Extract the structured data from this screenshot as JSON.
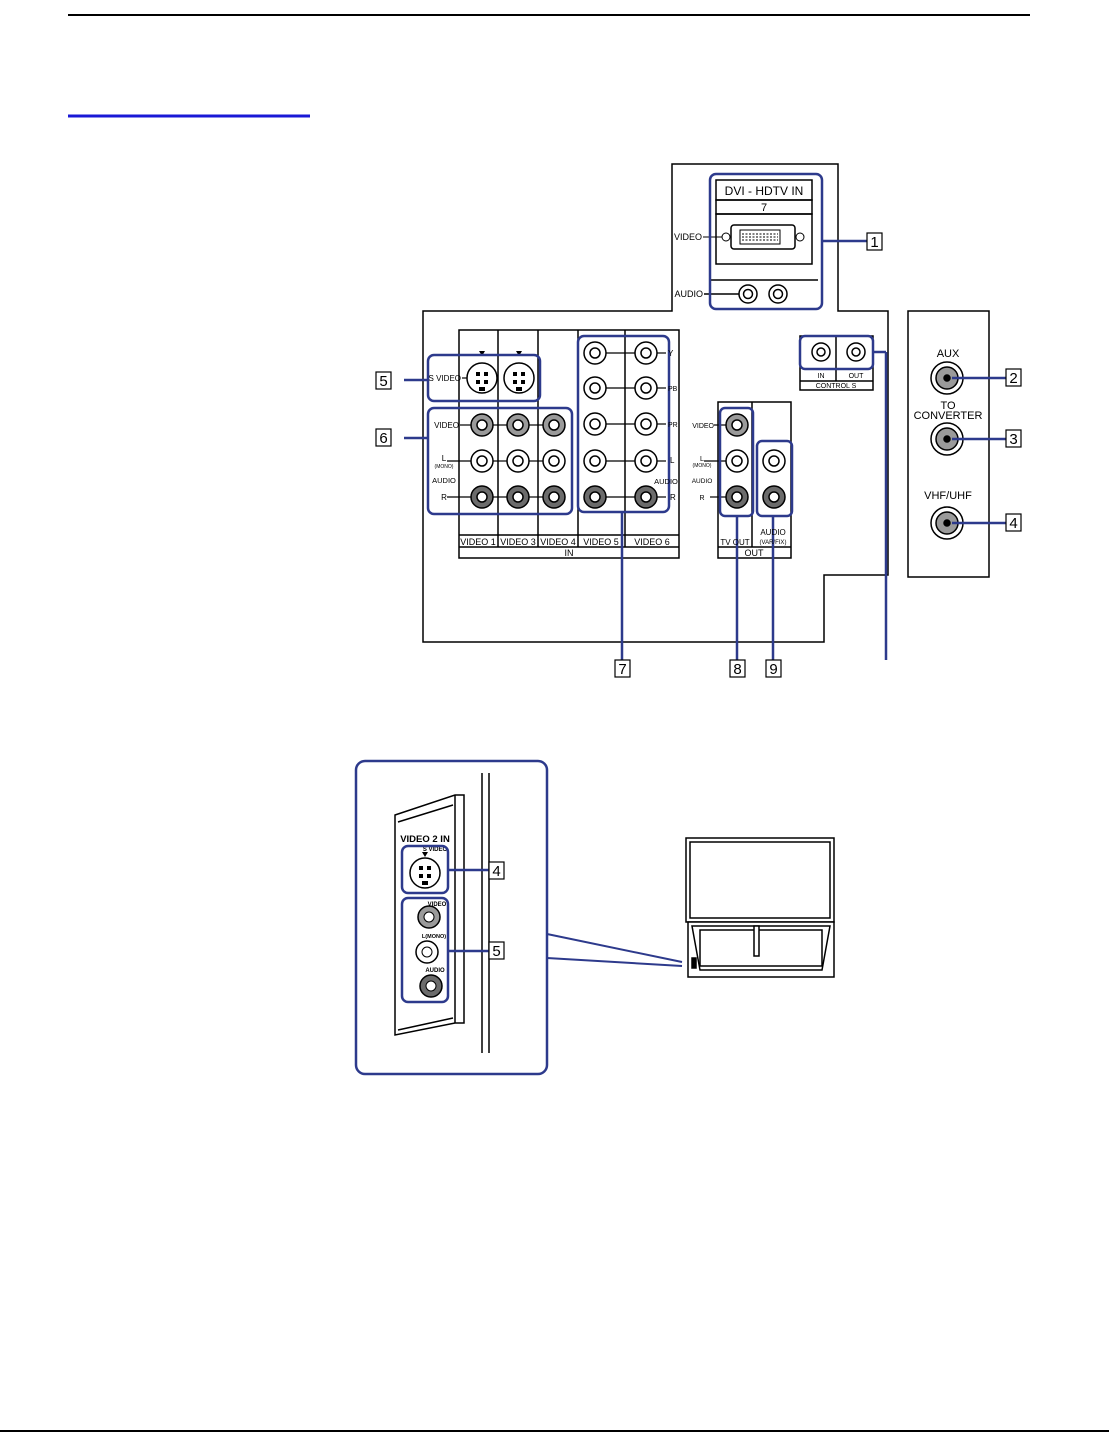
{
  "colors": {
    "accent": "#2d3a8c",
    "title_rule": "#1a18d6",
    "line": "#000000",
    "jack_dark": "#6b6b6b",
    "jack_mid": "#9a9a9a"
  },
  "rear_panel": {
    "dvi": {
      "title": "DVI - HDTV IN",
      "number": "7",
      "video_label": "VIDEO",
      "audio_label": "AUDIO"
    },
    "s_video_label": "S VIDEO",
    "row_video": "VIDEO",
    "row_l": "L",
    "row_mono": "(MONO)",
    "row_audio": "AUDIO",
    "row_r": "R",
    "comp_y": "Y",
    "comp_pb": "PB",
    "comp_pr": "PR",
    "comp_l": "L",
    "comp_audio": "AUDIO",
    "comp_r": "R",
    "input_names": [
      "VIDEO 1",
      "VIDEO 3",
      "VIDEO 4",
      "VIDEO 5",
      "VIDEO 6"
    ],
    "in_label": "IN",
    "control_s": {
      "in": "IN",
      "out": "OUT",
      "name": "CONTROL S"
    },
    "out_section": {
      "video": "VIDEO",
      "l": "L",
      "mono": "(MONO)",
      "audio": "AUDIO",
      "r": "R",
      "tv_out": "TV OUT",
      "audio_var": "AUDIO",
      "var_fix": "(VAR/FIX)",
      "out_label": "OUT"
    },
    "antenna": {
      "aux": "AUX",
      "to": "TO",
      "converter": "CONVERTER",
      "vhf_uhf": "VHF/UHF"
    },
    "callouts": [
      "1",
      "2",
      "3",
      "4",
      "5",
      "6",
      "7",
      "8",
      "9"
    ]
  },
  "side_panel": {
    "title": "VIDEO 2 IN",
    "s_video": "S VIDEO",
    "video": "VIDEO",
    "l_mono": "L(MONO)",
    "audio": "AUDIO",
    "callouts": [
      "4",
      "5"
    ]
  }
}
